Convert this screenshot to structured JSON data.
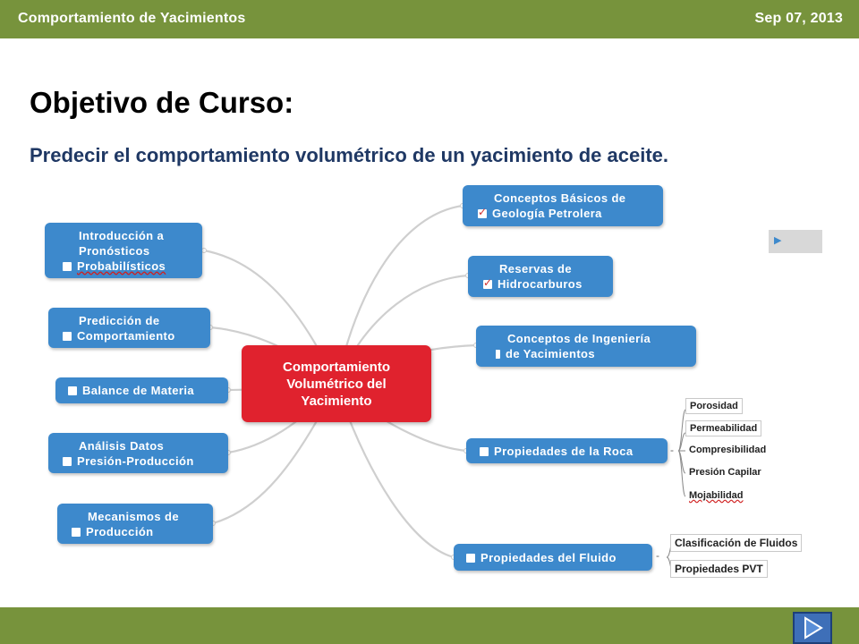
{
  "header": {
    "left": "Comportamiento de Yacimientos",
    "right": "Sep 07, 2013"
  },
  "title": "Objetivo de Curso:",
  "subtitle": "Predecir el comportamiento volumétrico de un yacimiento de aceite.",
  "center_node": {
    "lines": [
      "Comportamiento",
      "Volumétrico del",
      "Yacimiento"
    ]
  },
  "left_nodes": [
    {
      "lines": [
        "Introducción a",
        "Pronósticos",
        "Probabilísticos"
      ]
    },
    {
      "lines": [
        "Predicción de",
        "Comportamiento"
      ]
    },
    {
      "lines": [
        "Balance de Materia"
      ]
    },
    {
      "lines": [
        "Análisis Datos",
        "Presión-Producción"
      ]
    },
    {
      "lines": [
        "Mecanismos de",
        "Producción"
      ]
    }
  ],
  "right_nodes": [
    {
      "lines": [
        "Conceptos Básicos de",
        "Geología Petrolera"
      ]
    },
    {
      "lines": [
        "Reservas de",
        "Hidrocarburos"
      ]
    },
    {
      "lines": [
        "Conceptos de Ingeniería",
        "de Yacimientos"
      ]
    },
    {
      "lines": [
        "Propiedades de la Roca"
      ]
    },
    {
      "lines": [
        "Propiedades del Fluido"
      ]
    }
  ],
  "roca_children": [
    "Porosidad",
    "Permeabilidad",
    "Compresibilidad",
    "Presión Capilar",
    "Mojabilidad"
  ],
  "fluido_children": [
    "Clasificación de Fluidos",
    "Propiedades PVT"
  ],
  "collapse_symbol": "-",
  "colors": {
    "bar": "#77933c",
    "node": "#3d89cc",
    "center": "#e0222e",
    "nav_button": "#3e6fb8"
  }
}
